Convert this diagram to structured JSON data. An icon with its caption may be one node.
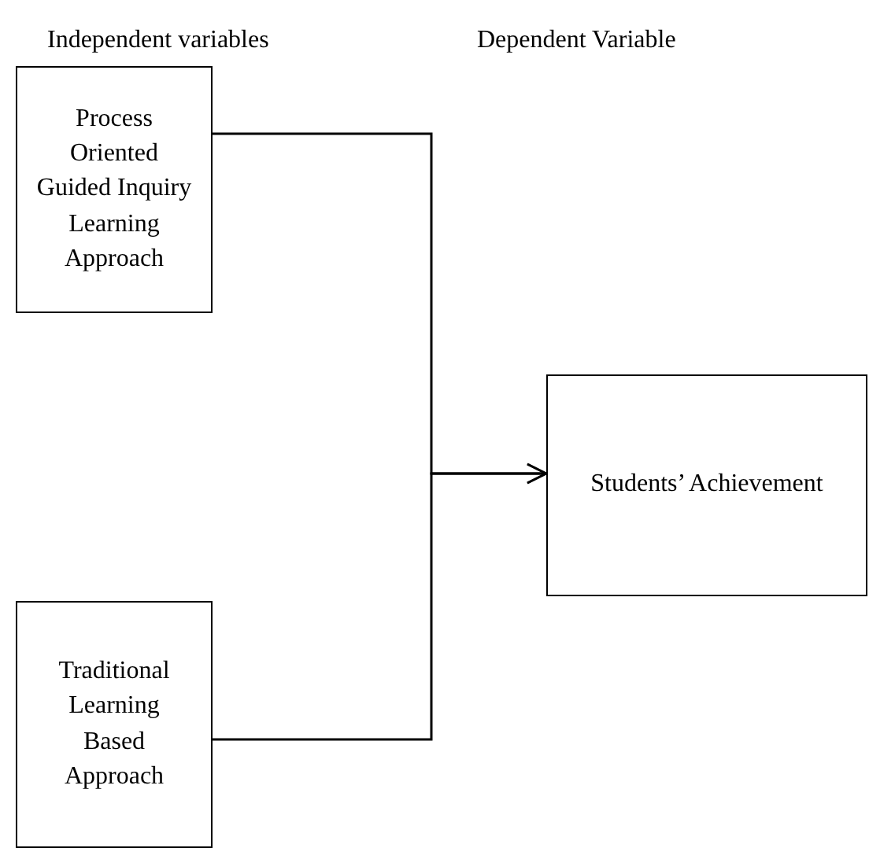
{
  "diagram": {
    "nodes": [
      {
        "text": [
          "Process Oriented Guided Inquiry Learning Approach"
        ]
      },
      {
        "text": [
          "Traditional Learning Based Approach"
        ]
      },
      {
        "text": [
          "Students’ Achievement"
        ]
      }
    ],
    "edges": [
      {
        "from": 0,
        "to": 2,
        "arrow": "to"
      },
      {
        "from": 1,
        "to": 2,
        "arrow": "to"
      }
    ],
    "labels": [
      "Independent variables",
      "Dependent Variable"
    ]
  }
}
